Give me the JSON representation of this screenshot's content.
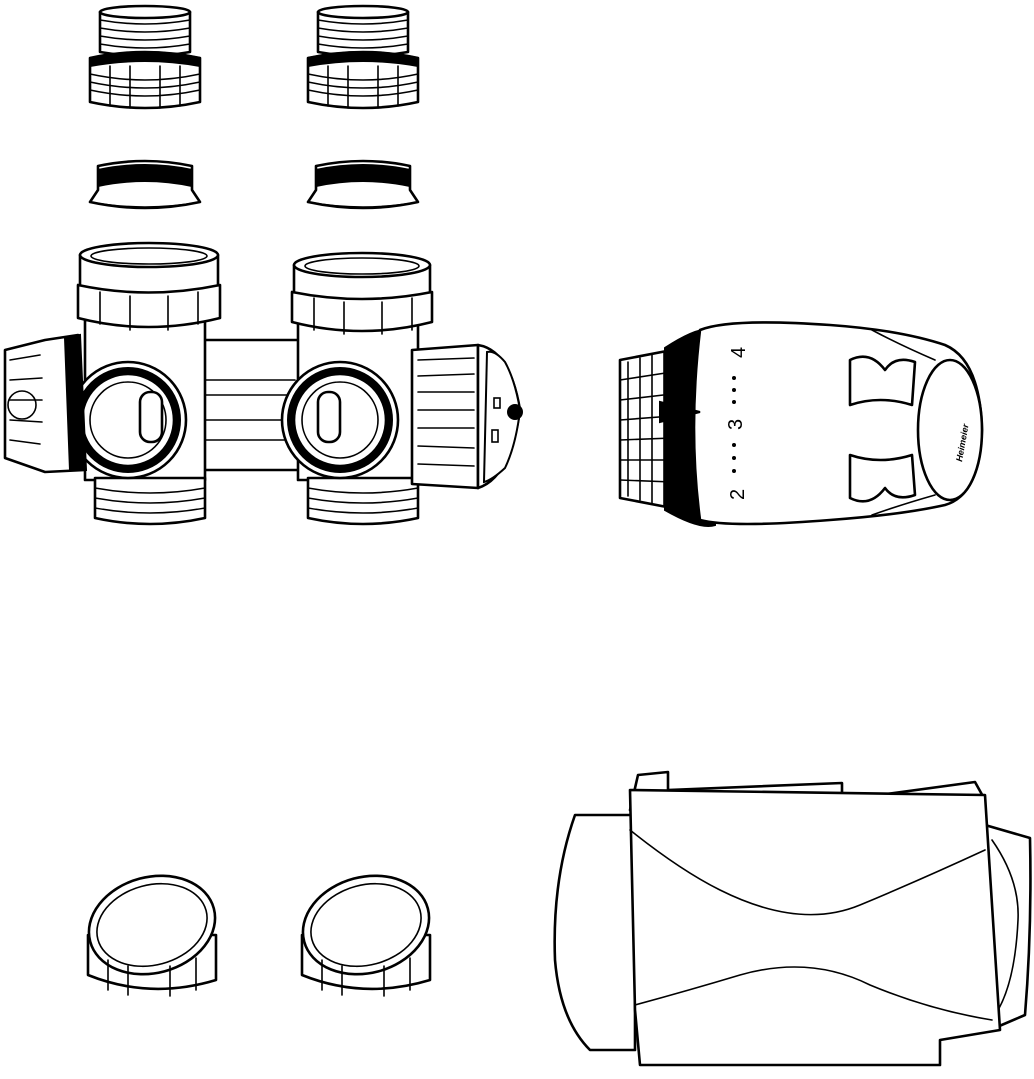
{
  "illustration": {
    "parts": [
      {
        "id": "threaded-adapter",
        "count": 2
      },
      {
        "id": "compression-cone",
        "count": 2
      },
      {
        "id": "valve-body",
        "count": 1
      },
      {
        "id": "thermostatic-head",
        "count": 1
      },
      {
        "id": "nut-cap",
        "count": 2
      },
      {
        "id": "valve-cover",
        "count": 1
      }
    ],
    "thermostat_dial": {
      "scale_marks": [
        "2",
        "3",
        "4"
      ],
      "brand_logo": "Heimeier"
    },
    "colors": {
      "line": "#000000",
      "fill": "#ffffff"
    }
  }
}
